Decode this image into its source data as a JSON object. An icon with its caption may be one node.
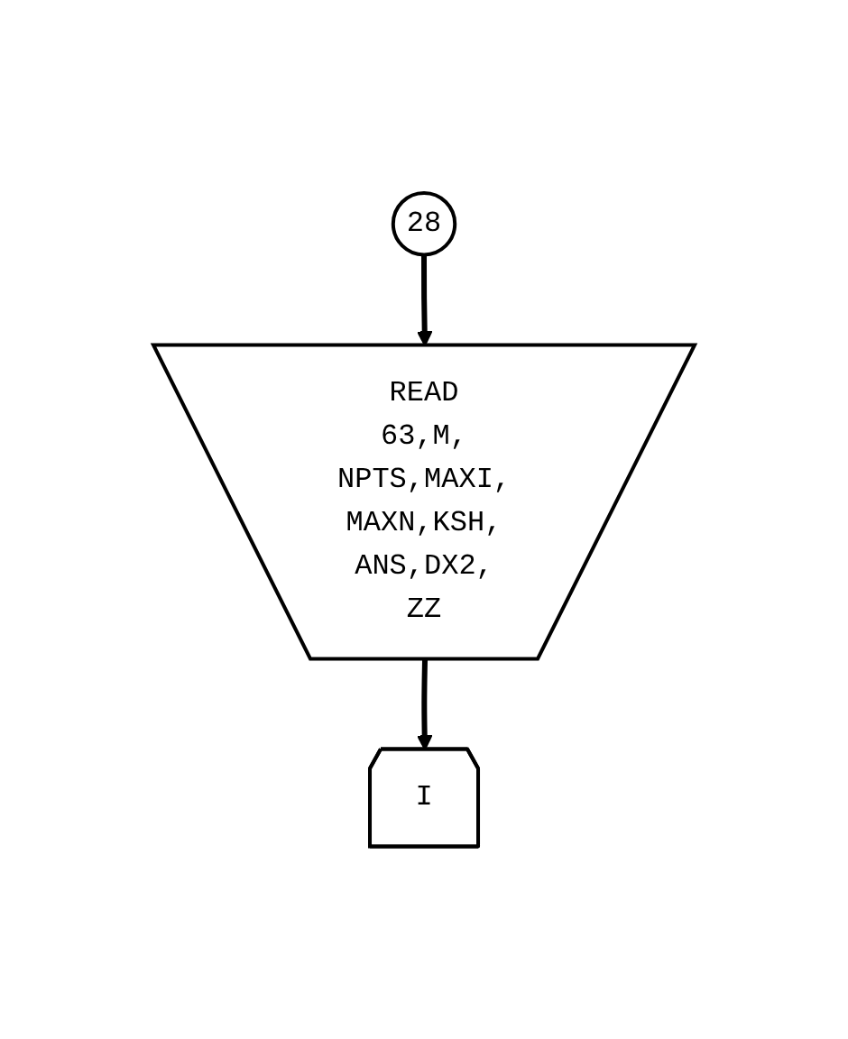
{
  "diagram": {
    "nodes": [
      {
        "text": [
          "28"
        ]
      },
      {
        "text": [
          "READ 63,M, NPTS,MAXI, MAXN,KSH, ANS,DX2, ZZ"
        ]
      },
      {
        "text": [
          "I"
        ]
      }
    ],
    "edges": [
      {
        "from": 0,
        "to": 1,
        "arrow": "to"
      },
      {
        "from": 1,
        "to": 2,
        "arrow": "to"
      }
    ]
  }
}
